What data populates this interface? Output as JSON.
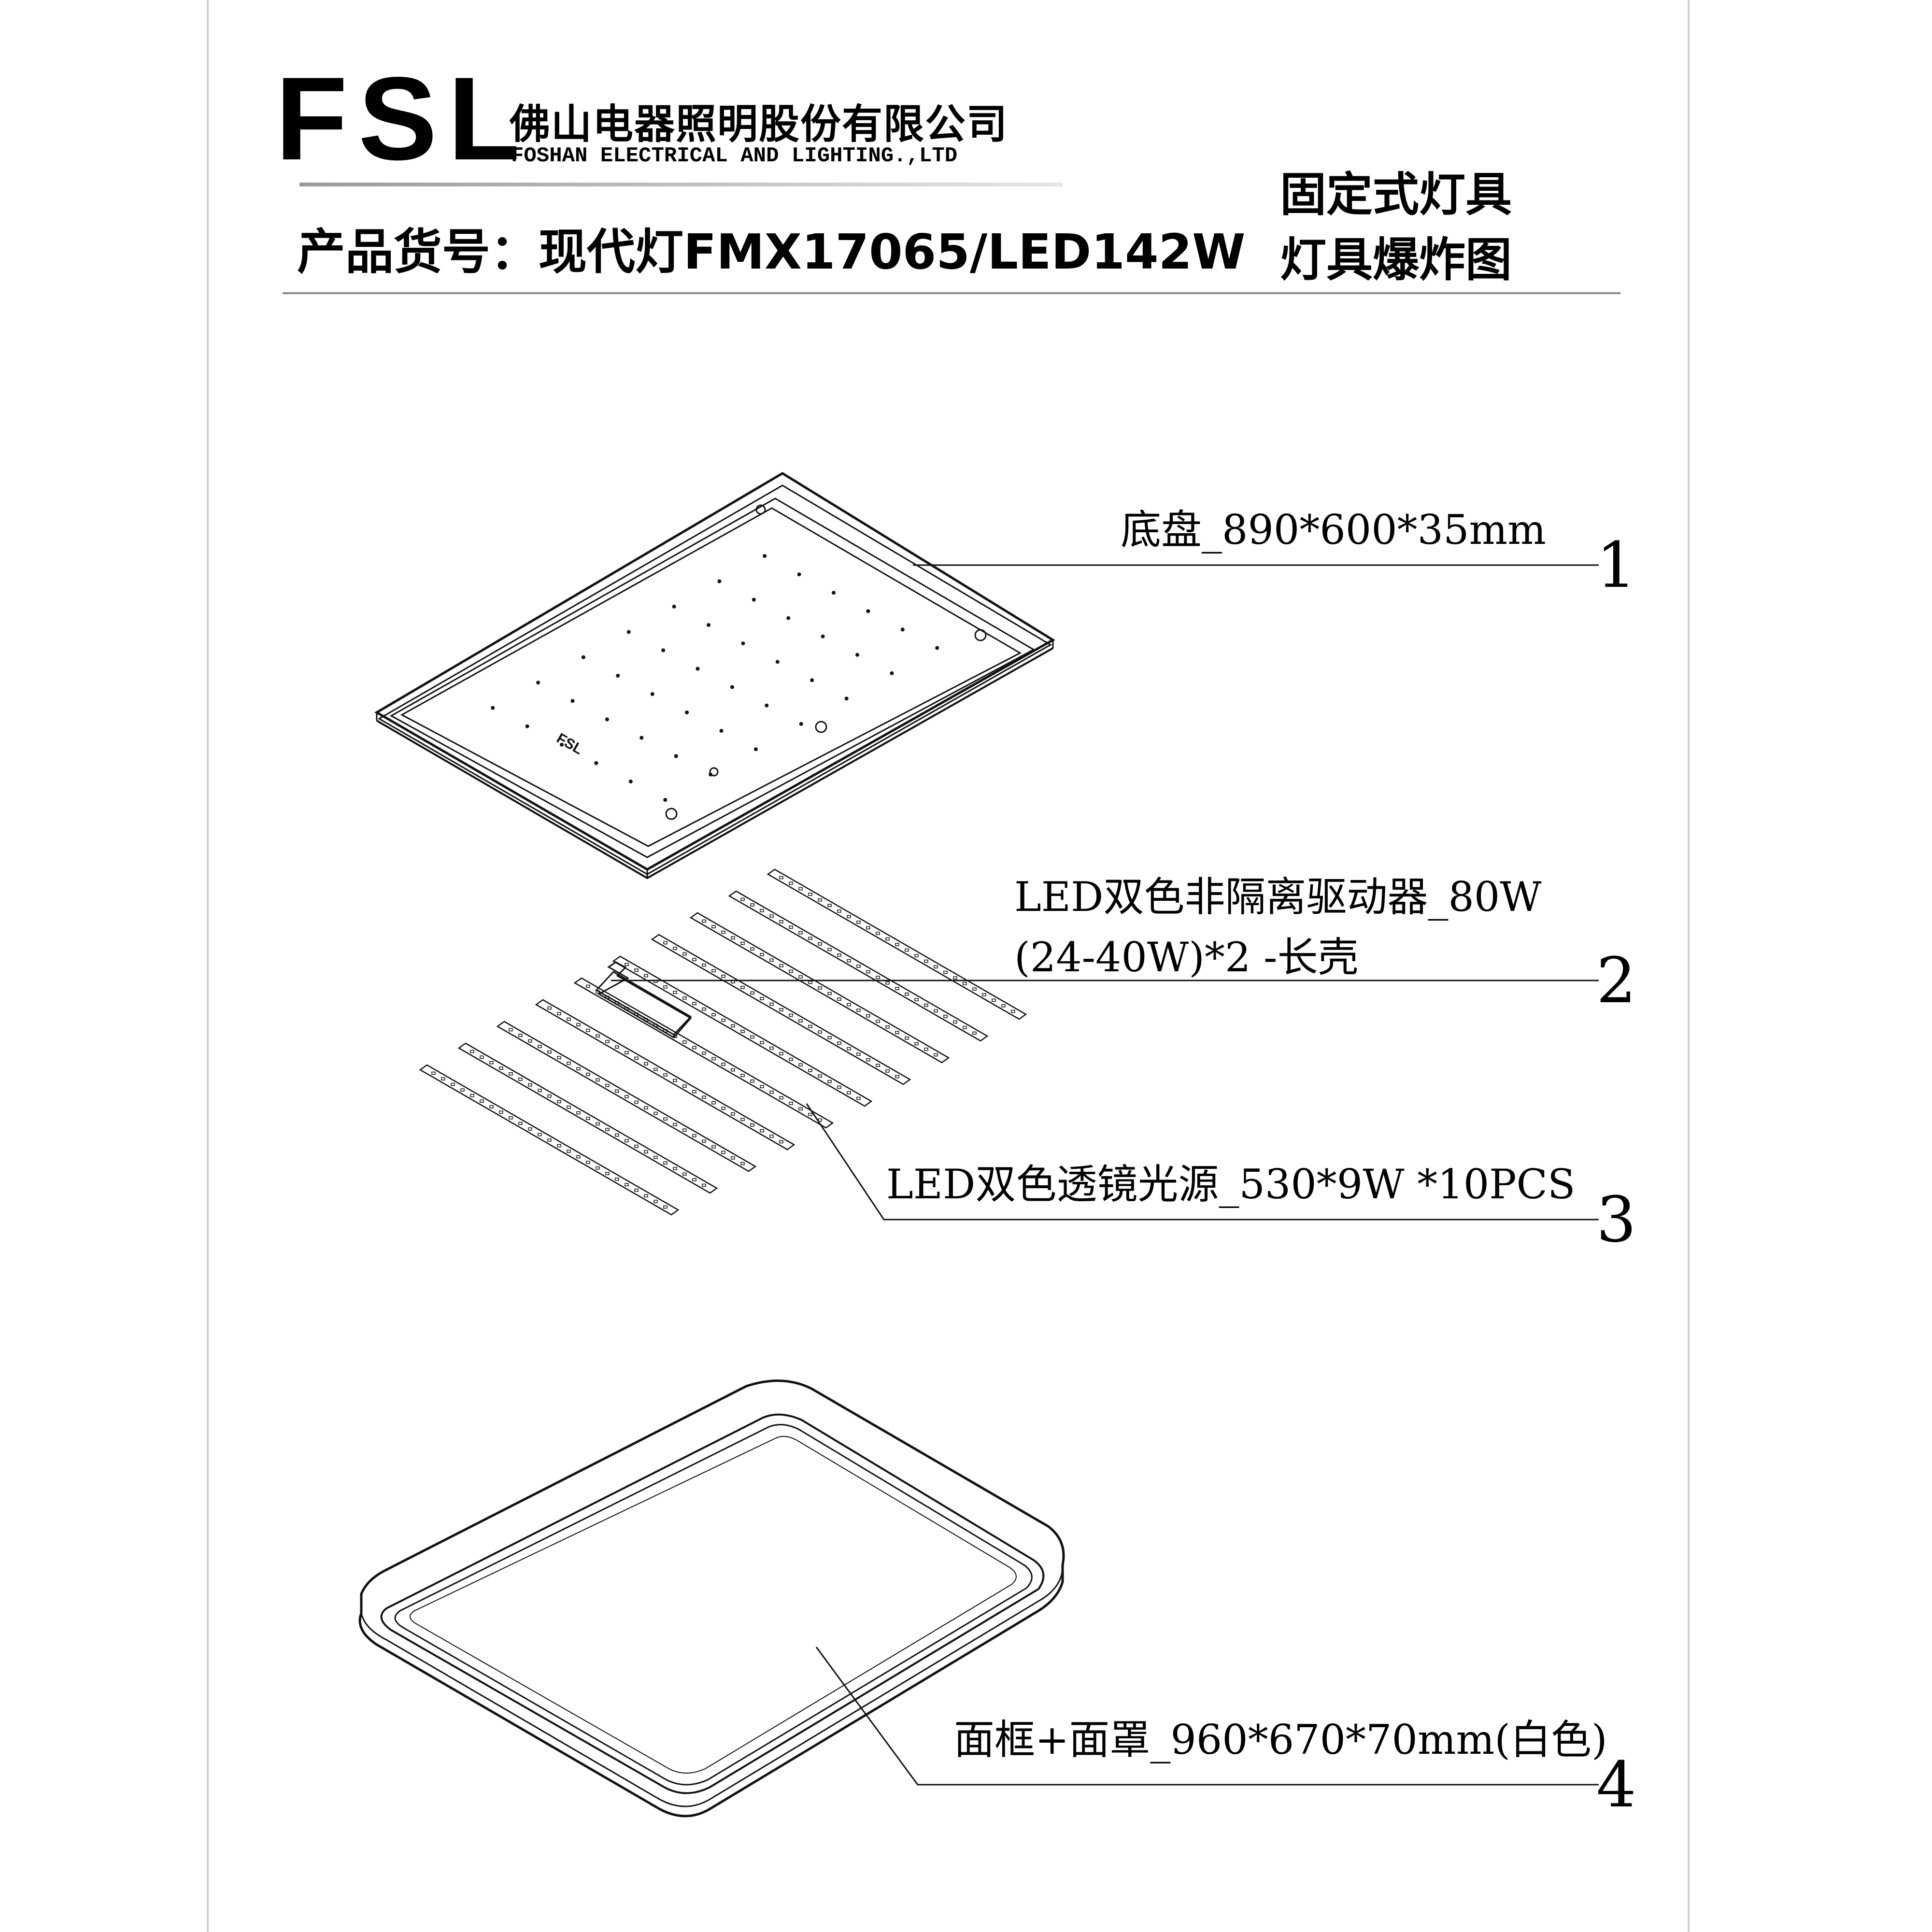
{
  "header": {
    "logo_text": "FSL",
    "company_name_cn": "佛山电器照明股份有限公司",
    "company_name_en": "FOSHAN ELECTRICAL AND LIGHTING.,LTD",
    "product_number": "产品货号：现代灯FMX17065/LED142W",
    "document_type": "固定式灯具",
    "document_title": "灯具爆炸图"
  },
  "parts": [
    {
      "number": "1",
      "label": "底盘_890*600*35mm"
    },
    {
      "number": "2",
      "label_line1": "LED双色非隔离驱动器_80W",
      "label_line2": "(24-40W)*2   -长壳"
    },
    {
      "number": "3",
      "label": "LED双色透镜光源_530*9W *10PCS"
    },
    {
      "number": "4",
      "label": "面框+面罩_960*670*70mm(白色)"
    }
  ],
  "base_plate": {
    "logo_text": "FSL"
  }
}
